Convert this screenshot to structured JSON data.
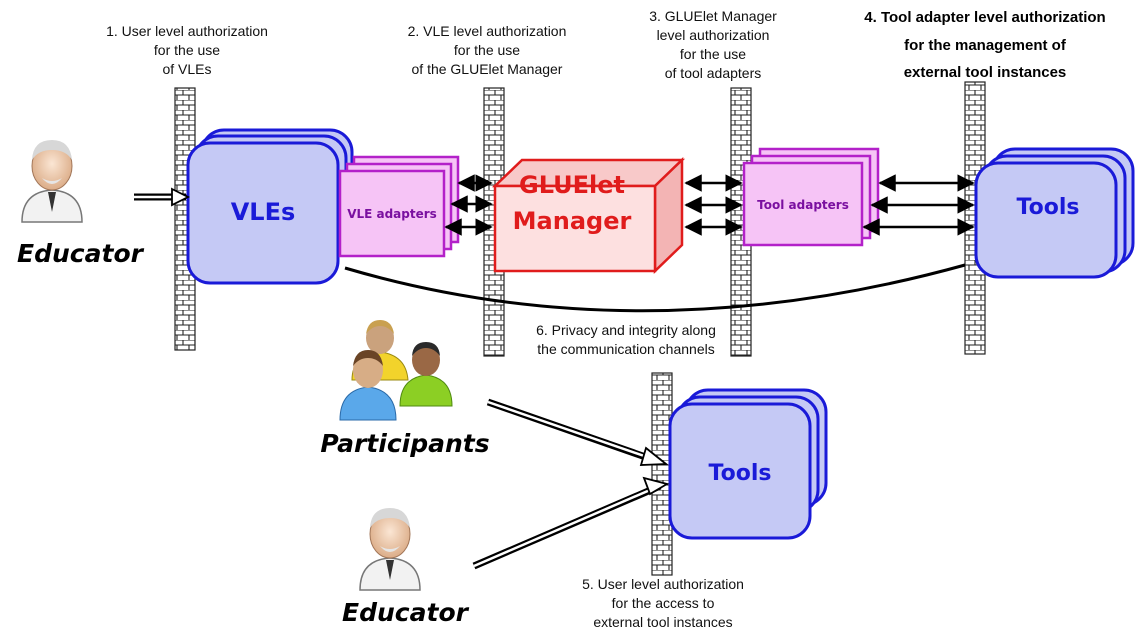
{
  "captions": {
    "c1": [
      "1. User level authorization",
      "for the use",
      "of VLEs"
    ],
    "c2": [
      "2. VLE level authorization",
      "for the use",
      "of the GLUElet Manager"
    ],
    "c3": [
      "3. GLUElet Manager",
      "level authorization",
      "for the use",
      "of tool adapters"
    ],
    "c4": [
      "4. Tool adapter level authorization",
      "for the management of",
      "external tool instances"
    ],
    "c5": [
      "5. User level authorization",
      "for the access to",
      "external tool instances"
    ],
    "c6": [
      "6. Privacy and integrity along",
      "the communication channels"
    ]
  },
  "actors": {
    "educator_top": "Educator",
    "participants": "Participants",
    "educator_bottom": "Educator"
  },
  "nodes": {
    "vles": "VLEs",
    "vle_adapters": "VLE adapters",
    "gluelet": [
      "GLUElet",
      "Manager"
    ],
    "tool_adapters": "Tool adapters",
    "tools_top": "Tools",
    "tools_bottom": "Tools"
  },
  "colors": {
    "blue_fill": "#c5c9f5",
    "blue_stroke": "#1a1ad8",
    "pink_fill": "#f6c4f6",
    "pink_stroke": "#b321c9",
    "red_fill": "#fde0e0",
    "red_stroke": "#e01c1c"
  }
}
